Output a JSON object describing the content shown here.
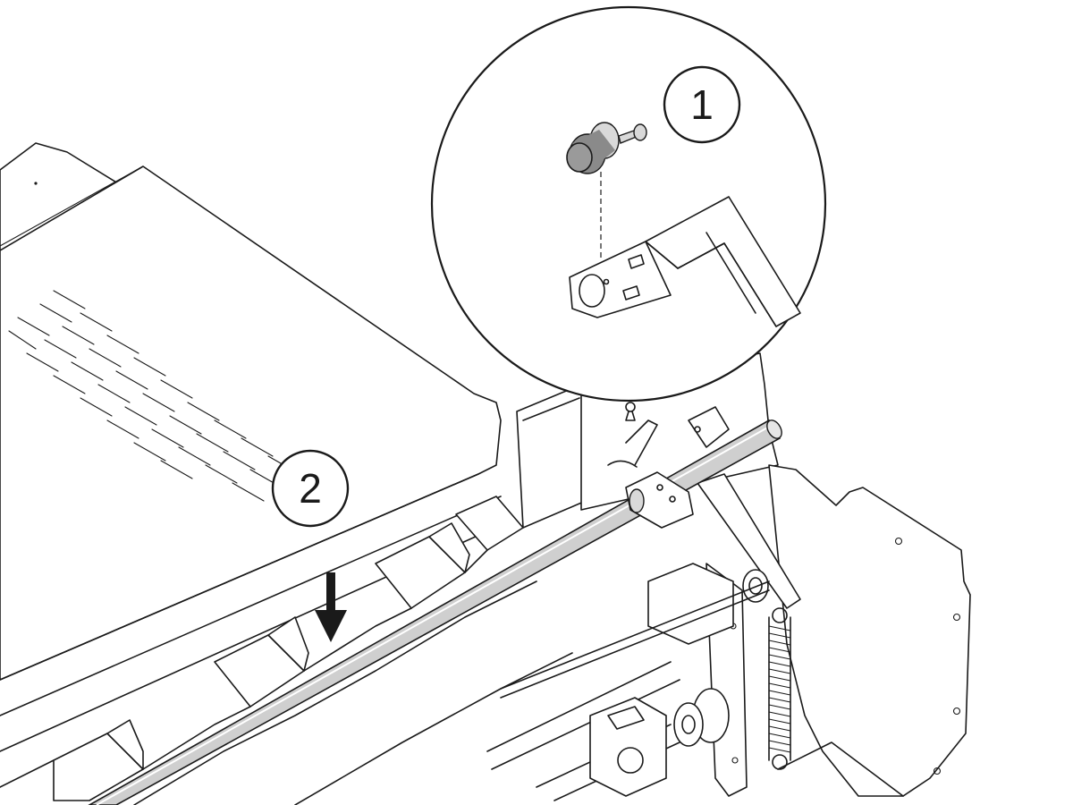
{
  "callouts": [
    {
      "label": "1"
    },
    {
      "label": "2"
    }
  ],
  "icons": {
    "arrow": "down-arrow-icon",
    "detail": "magnifier-detail-circle"
  },
  "colors": {
    "line": "#1a1a1a",
    "background": "#ffffff",
    "shade_light": "#d9d9d9",
    "shade_dark": "#8a8a8a"
  }
}
